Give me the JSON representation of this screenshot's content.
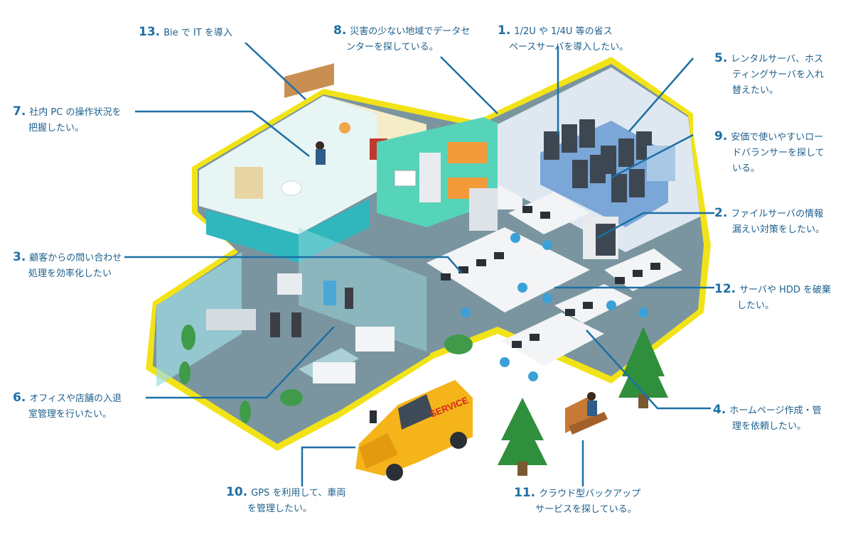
{
  "callouts": [
    {
      "num": "1.",
      "lines": [
        "1/2U や 1/4U 等の省ス",
        "ペースサーバを導入したい。"
      ]
    },
    {
      "num": "2.",
      "lines": [
        "ファイルサーバの情報",
        "漏えい対策をしたい。"
      ]
    },
    {
      "num": "3.",
      "lines": [
        "顧客からの問い合わせ",
        "処理を効率化したい"
      ]
    },
    {
      "num": "4.",
      "lines": [
        "ホームページ作成・管",
        "理を依頼したい。"
      ]
    },
    {
      "num": "5.",
      "lines": [
        "レンタルサーバ、ホス",
        "ティングサーバを入れ",
        "替えたい。"
      ]
    },
    {
      "num": "6.",
      "lines": [
        "オフィスや店舗の入退",
        "室管理を行いたい。"
      ]
    },
    {
      "num": "7.",
      "lines": [
        "社内 PC の操作状況を",
        "把握したい。"
      ]
    },
    {
      "num": "8.",
      "lines": [
        "災害の少ない地域でデータセ",
        "ンターを探している。"
      ]
    },
    {
      "num": "9.",
      "lines": [
        "安価で使いやすいロー",
        "ドバランサーを探して",
        "いる。"
      ]
    },
    {
      "num": "10.",
      "lines": [
        "GPS を利用して、車両",
        "を管理したい。"
      ]
    },
    {
      "num": "11.",
      "lines": [
        "クラウド型バックアップ",
        "サービスを探している。"
      ]
    },
    {
      "num": "12.",
      "lines": [
        "サーバや HDD を破棄",
        "したい。"
      ]
    },
    {
      "num": "13.",
      "lines": [
        "Bie で IT を導入"
      ]
    }
  ],
  "van_text": "SERVICE",
  "colors": {
    "accent": "#1d6fa5",
    "floor": "#6f8b96",
    "wall_yellow": "#f2e318",
    "glass": "#7ecfd6",
    "teal": "#27b7b7"
  }
}
